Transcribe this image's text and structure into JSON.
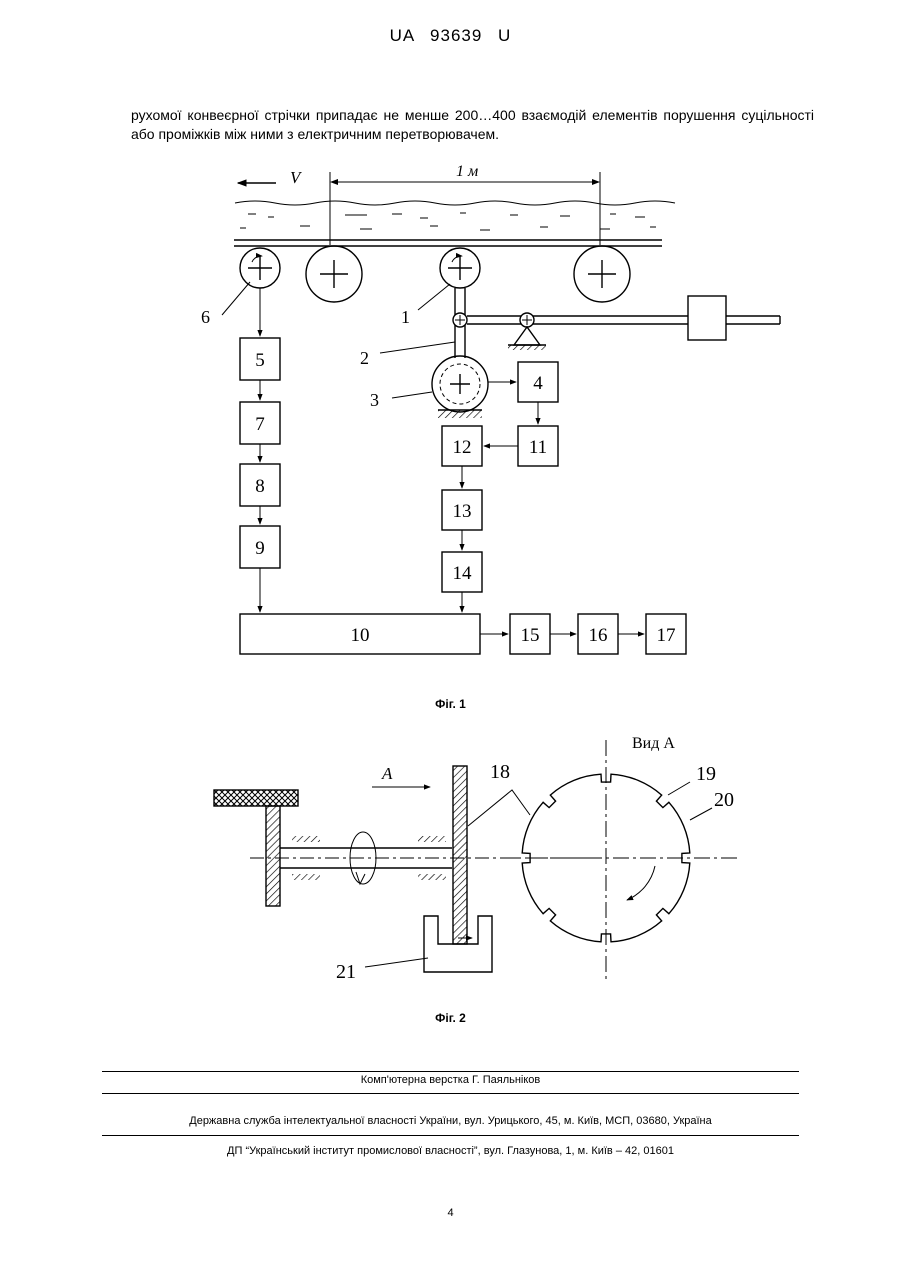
{
  "header": {
    "doc_code": "UA 93639 U"
  },
  "body_text": "рухомої конвеєрної стрічки припадає не менше 200…400 взаємодій елементів порушення суцільності або проміжків між ними з електричним перетворювачем.",
  "figure1": {
    "caption": "Фіг. 1",
    "velocity_label": "V",
    "distance_label": "1 м",
    "callouts": {
      "c6": "6",
      "c1": "1",
      "c2": "2",
      "c3": "3"
    },
    "blocks": {
      "b4": "4",
      "b5": "5",
      "b7": "7",
      "b8": "8",
      "b9": "9",
      "b10": "10",
      "b11": "11",
      "b12": "12",
      "b13": "13",
      "b14": "14",
      "b15": "15",
      "b16": "16",
      "b17": "17"
    }
  },
  "figure2": {
    "caption": "Фіг. 2",
    "arrow_label": "A",
    "view_label": "Вид А",
    "callouts": {
      "c18": "18",
      "c19": "19",
      "c20": "20",
      "c21": "21"
    }
  },
  "footer": {
    "typesetter": "Комп'ютерна верстка Г. Паяльніков",
    "agency": "Державна служба інтелектуальної власності України, вул. Урицького, 45, м. Київ, МСП, 03680, Україна",
    "institute": "ДП “Український інститут промислової власності”, вул. Глазунова, 1, м. Київ – 42, 01601",
    "page_number": "4"
  }
}
